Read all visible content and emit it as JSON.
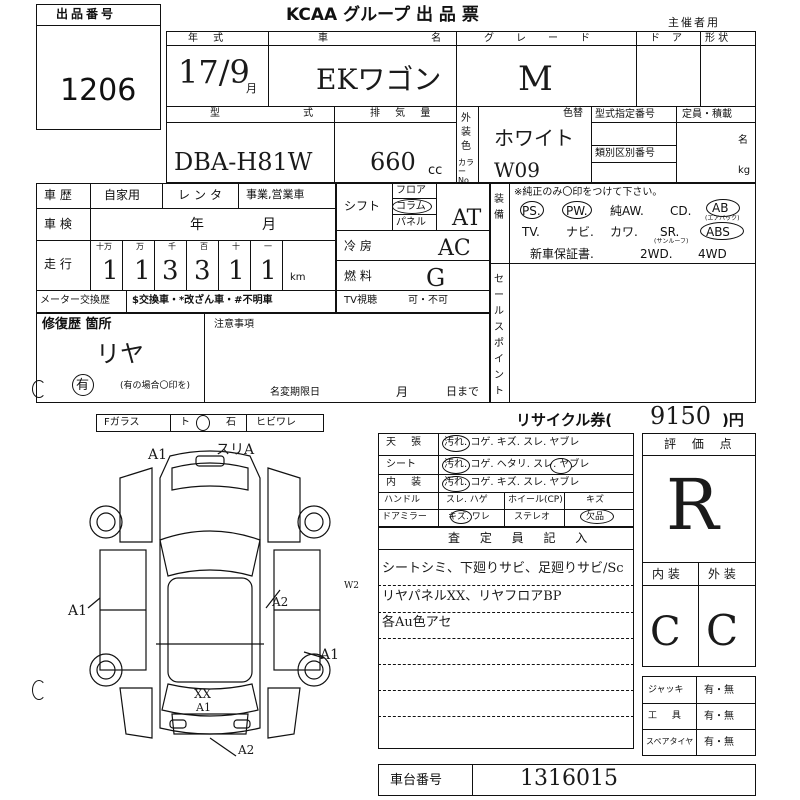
{
  "header": {
    "lot_label": "出品番号",
    "lot_number": "1206",
    "title": "KCAA グループ 出 品 票",
    "organizer": "主催者用"
  },
  "row1": {
    "year_label": "年 式",
    "car_name_label": "車 名",
    "grade_label": "グレード",
    "door_label": "ドア",
    "shape_label": "形 状",
    "year_value": "17/9",
    "month_unit": "月",
    "car_name_value": "EKワゴン",
    "grade_value": "M"
  },
  "row2": {
    "model_label": "型 式",
    "displacement_label": "排 気 量",
    "exterior_label": "外装色",
    "color_label": "色替",
    "type_designation_label": "型式指定番号",
    "capacity_label": "定員・積載",
    "category_label": "類別区別番号",
    "color_no_label": "カラーNo.",
    "model_value": "DBA-H81W",
    "displacement_value": "660",
    "cc_unit": "cc",
    "color_value": "ホワイト",
    "color_no_value": "W09",
    "persons_unit": "名",
    "kg_unit": "kg"
  },
  "history": {
    "history_label": "車 歴",
    "private": "自家用",
    "rental": "レンタ",
    "business": "事業,営業車",
    "inspection_label": "車 検",
    "year_unit": "年",
    "month_unit": "月",
    "mileage_label": "走 行",
    "digit_labels": [
      "十万",
      "万",
      "千",
      "百",
      "十",
      "一"
    ],
    "mileage_digits": [
      "1",
      "1",
      "3",
      "3",
      "1",
      "1"
    ],
    "km_unit": "km",
    "meter_exchange": "メーター交換歴",
    "meter_notes": "$交換車・*改ざん車・#不明車"
  },
  "equipment": {
    "shift_label": "シフト",
    "floor": "フロア",
    "column": "コラム",
    "panel": "パネル",
    "shift_value": "AT",
    "ac_label": "冷 房",
    "ac_value": "AC",
    "fuel_label": "燃 料",
    "fuel_value": "G",
    "tv_label": "TV視聴",
    "tv_options": "可・不可"
  },
  "options": {
    "equip_label": "装備",
    "note": "※純正のみ〇印をつけて下さい。",
    "line1": [
      "PS.",
      "PW.",
      "純AW.",
      "CD.",
      "AB"
    ],
    "airbag_small": "(エアバック)",
    "line2": [
      "TV.",
      "ナビ.",
      "カワ.",
      "SR.",
      "ABS"
    ],
    "sunroof_small": "(サンルーフ)",
    "line3": [
      "新車保証書.",
      "2WD.",
      "4WD"
    ],
    "sales_point_label": "セールスポイント"
  },
  "repair": {
    "repair_label": "修復歴 箇所",
    "repair_value": "リヤ",
    "has_mark": "有",
    "has_note": "(有の場合〇印を)",
    "caution_label": "注意事項",
    "name_change_label": "名変期限日",
    "month_label": "月",
    "day_label": "日まで"
  },
  "glass": {
    "items": [
      "Fガラス",
      "ト",
      "石",
      "ヒビワレ"
    ]
  },
  "recycle": {
    "label": "リサイクル券(",
    "value": "9150",
    "suffix": ")円"
  },
  "interior": {
    "rows": [
      {
        "label": "天 張",
        "options": "汚れ. コゲ. キズ. スレ. ヤブレ"
      },
      {
        "label": "シート",
        "options": "汚れ. コゲ. ヘタリ. スレ. ヤブレ"
      },
      {
        "label": "内 装",
        "options": "汚れ. コゲ. キズ. スレ. ヤブレ"
      }
    ],
    "handle_label": "ハンドル",
    "handle_options": "スレ. ハゲ",
    "wheel_label": "ホイール(CP)",
    "wheel_value": "キズ",
    "mirror_label": "ドアミラー",
    "mirror_options": "キズ. ワレ",
    "stereo_label": "ステレオ",
    "stereo_value": "欠品"
  },
  "inspector": {
    "label": "査 定 員 記 入",
    "notes": [
      "シートシミ、下廻りサビ、足廻りサビ/Sc",
      "リヤパネルXX、リヤフロアBP",
      "各Au色アセ"
    ]
  },
  "score": {
    "label": "評 価 点",
    "value": "R",
    "interior_label": "内 装",
    "exterior_label": "外 装",
    "interior_value": "C",
    "exterior_value": "C"
  },
  "tools": {
    "items": [
      {
        "label": "ジャッキ",
        "options": "有・無"
      },
      {
        "label": "工 具",
        "options": "有・無"
      },
      {
        "label": "スペアタイヤ",
        "options": "有・無"
      }
    ]
  },
  "chassis": {
    "label": "車台番号",
    "value": "1316015"
  },
  "diagram": {
    "marks": [
      "A1",
      "スリA",
      "A1",
      "A2",
      "A1",
      "XX",
      "A1",
      "A2",
      "W2"
    ]
  }
}
